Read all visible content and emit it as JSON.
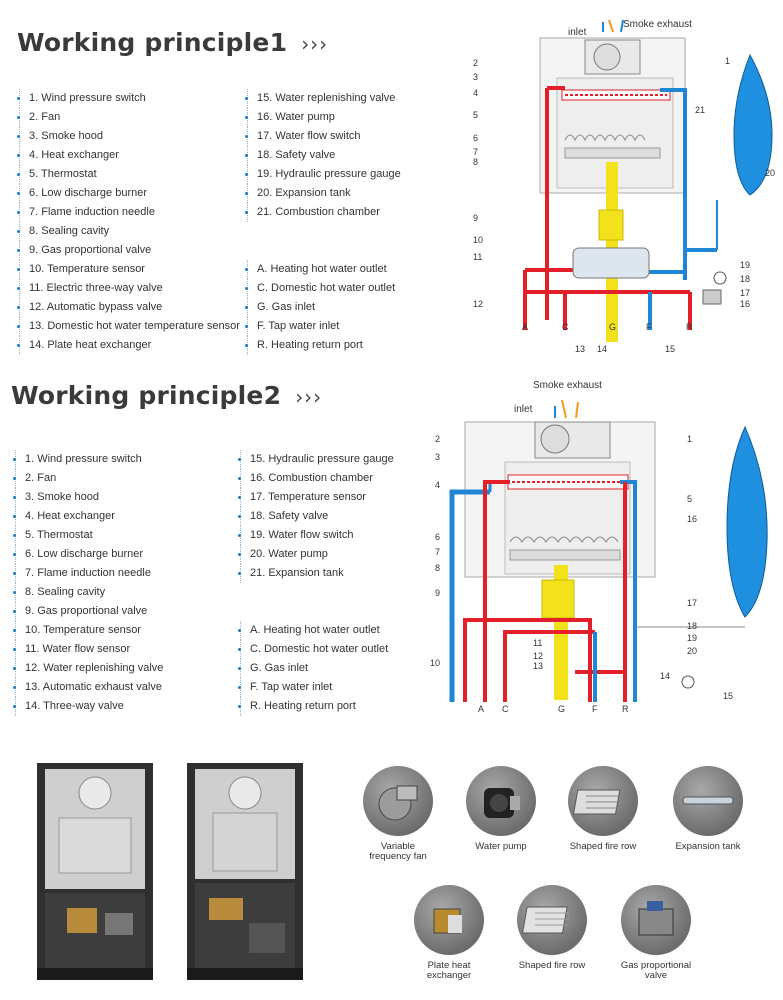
{
  "section1": {
    "title": "Working principle1",
    "chevrons": "›››",
    "left": [
      "1.  Wind pressure switch",
      "2.  Fan",
      "3.  Smoke hood",
      "4.  Heat exchanger",
      "5.  Thermostat",
      "6.  Low discharge burner",
      "7.  Flame induction needle",
      "8.  Sealing cavity",
      "9.  Gas proportional valve",
      "10.  Temperature sensor",
      "11.  Electric three-way valve",
      "12.  Automatic bypass valve",
      "13.  Domestic hot water temperature sensor",
      "14.  Plate heat exchanger"
    ],
    "right": [
      "15.  Water replenishing valve",
      "16.  Water pump",
      "17.  Water flow switch",
      "18.  Safety valve",
      "19.  Hydraulic pressure gauge",
      "20.  Expansion tank",
      "21.  Combustion chamber"
    ],
    "ports": [
      "A.  Heating hot water outlet",
      "C.  Domestic hot water outlet",
      "G.  Gas inlet",
      "F.  Tap water inlet",
      "R.  Heating return port"
    ],
    "diagram": {
      "inlet": "inlet",
      "smoke": "Smoke exhaust",
      "left_nums": [
        "2",
        "3",
        "4",
        "5",
        "6",
        "7",
        "8",
        "9",
        "10",
        "11",
        "12"
      ],
      "right_nums": [
        "1",
        "21",
        "20",
        "19",
        "18",
        "17",
        "16"
      ],
      "bottom_letters": [
        "A",
        "C",
        "G",
        "F",
        "R"
      ],
      "bottom_nums": [
        "13",
        "14",
        "15"
      ]
    }
  },
  "section2": {
    "title": "Working principle2",
    "chevrons": "›››",
    "left": [
      "1.  Wind pressure switch",
      "2.  Fan",
      "3.  Smoke hood",
      "4.  Heat exchanger",
      "5.  Thermostat",
      "6.  Low discharge burner",
      "7.  Flame induction needle",
      "8.  Sealing cavity",
      "9.  Gas proportional valve",
      "10.  Temperature sensor",
      "11.  Water flow sensor",
      "12.  Water replenishing valve",
      "13.  Automatic exhaust valve",
      "14.  Three-way valve"
    ],
    "right": [
      "15.  Hydraulic pressure gauge",
      "16.  Combustion chamber",
      "17.  Temperature sensor",
      "18.  Safety valve",
      "19.  Water flow switch",
      "20.  Water pump",
      "21.  Expansion tank"
    ],
    "ports": [
      "A.  Heating hot water outlet",
      "C.  Domestic hot water outlet",
      "G.  Gas inlet",
      "F.  Tap water inlet",
      "R.  Heating return port"
    ],
    "diagram": {
      "inlet": "inlet",
      "smoke": "Smoke exhaust",
      "left_nums": [
        "2",
        "3",
        "4",
        "6",
        "7",
        "8",
        "9",
        "10"
      ],
      "right_nums": [
        "1",
        "5",
        "16",
        "17",
        "18",
        "19",
        "20",
        "14",
        "15"
      ],
      "mid_nums": [
        "11",
        "12",
        "13"
      ],
      "bottom_letters": [
        "A",
        "C",
        "G",
        "F",
        "R"
      ]
    }
  },
  "components": [
    {
      "name": "Variable frequency fan",
      "line1": "Variable",
      "line2": "frequency fan"
    },
    {
      "name": "Water pump",
      "line1": "Water pump",
      "line2": ""
    },
    {
      "name": "Shaped fire row",
      "line1": "Shaped fire row",
      "line2": ""
    },
    {
      "name": "Expansion tank",
      "line1": "Expansion tank",
      "line2": ""
    },
    {
      "name": "Plate heat exchanger",
      "line1": "Plate heat",
      "line2": "exchanger"
    },
    {
      "name": "Shaped fire row",
      "line1": "Shaped fire row",
      "line2": ""
    },
    {
      "name": "Gas proportional valve",
      "line1": "Gas proportional",
      "line2": "valve"
    }
  ],
  "colors": {
    "hot": "#e3202a",
    "cold": "#1f86d6",
    "gas": "#f3e21b",
    "tank": "#1f8fe0",
    "bullet": "#1d7cc4"
  }
}
